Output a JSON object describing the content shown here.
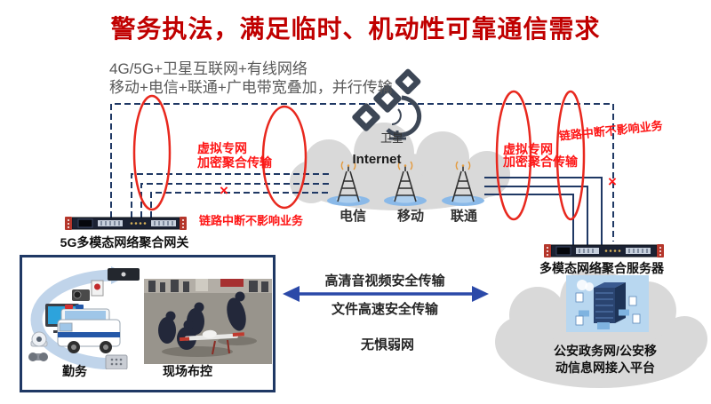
{
  "title": "警务执法，满足临时、机动性可靠通信需求",
  "subtitle": {
    "line1": "4G/5G+卫星互联网+有线网络",
    "line2": "移动+电信+联通+广电带宽叠加，并行传输"
  },
  "satellite": {
    "label": "卫星"
  },
  "internet": {
    "label": "Internet"
  },
  "towers": [
    {
      "label": "电信"
    },
    {
      "label": "移动"
    },
    {
      "label": "联通"
    }
  ],
  "vpn_left": {
    "line1": "虚拟专网",
    "line2": "加密聚合传输"
  },
  "vpn_right": {
    "line1": "虚拟专网",
    "line2": "加密聚合传输"
  },
  "link_break_left": {
    "text": "链路中断不影响业务",
    "cross": "×"
  },
  "link_break_right": {
    "text": "链路中断不影响业务",
    "cross": "×"
  },
  "gateway": {
    "label": "5G多模态网络聚合网关"
  },
  "server": {
    "label": "多模态网络聚合服务器"
  },
  "platform": {
    "label_line1": "公安政务网/公安移",
    "label_line2": "动信息网接入平台"
  },
  "transfer": {
    "video": "高清音视频安全传输",
    "file": "文件高速安全传输",
    "weak_net": "无惧弱网"
  },
  "scene": {
    "duty": "勤务",
    "deployment": "现场布控"
  },
  "colors": {
    "title_red": "#c00000",
    "annotation_red": "#fe1616",
    "ellipse_red": "#e8281e",
    "line_navy": "#1f3864",
    "arrow_blue": "#2b49a8",
    "cloud_gray": "#d9d9d9",
    "text_dark": "#262626",
    "text_gray": "#595959",
    "box_navy": "#1f3864",
    "splash_blue": "#8ab9e8",
    "image_blue": "#b8d7f0",
    "device_dark": "#1b2233",
    "bracket_red": "#b5372c",
    "signal_orange": "#e39b40"
  }
}
